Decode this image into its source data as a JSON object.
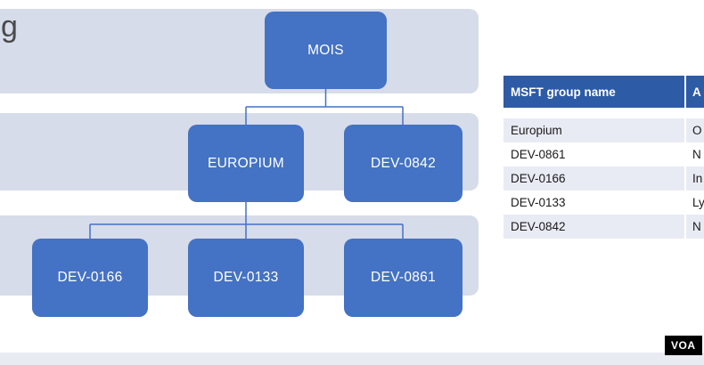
{
  "page": {
    "cutoff_left_text": "g",
    "watermark_label": "VOA"
  },
  "org_chart": {
    "root": {
      "label": "MOIS"
    },
    "level2": [
      {
        "label": "EUROPIUM"
      },
      {
        "label": "DEV-0842"
      }
    ],
    "level3": [
      {
        "label": "DEV-0166"
      },
      {
        "label": "DEV-0133"
      },
      {
        "label": "DEV-0861"
      }
    ]
  },
  "table": {
    "columns": [
      {
        "label": "MSFT group name"
      },
      {
        "label": "A"
      }
    ],
    "rows": [
      {
        "group": "Europium",
        "alias_partial": "O"
      },
      {
        "group": "DEV-0861",
        "alias_partial": "N"
      },
      {
        "group": "DEV-0166",
        "alias_partial": "In"
      },
      {
        "group": "DEV-0133",
        "alias_partial": "Ly"
      },
      {
        "group": "DEV-0842",
        "alias_partial": "N"
      }
    ]
  },
  "colors": {
    "node_fill": "#4472C4",
    "band_fill": "#D7DCEA",
    "connector": "#4472C4",
    "table_header_fill": "#2E5BA5",
    "table_row_fill": "#FFFFFF",
    "table_row_alt_fill": "#E9EBF4",
    "watermark_bg": "#000000",
    "watermark_text": "#FFFFFF"
  }
}
